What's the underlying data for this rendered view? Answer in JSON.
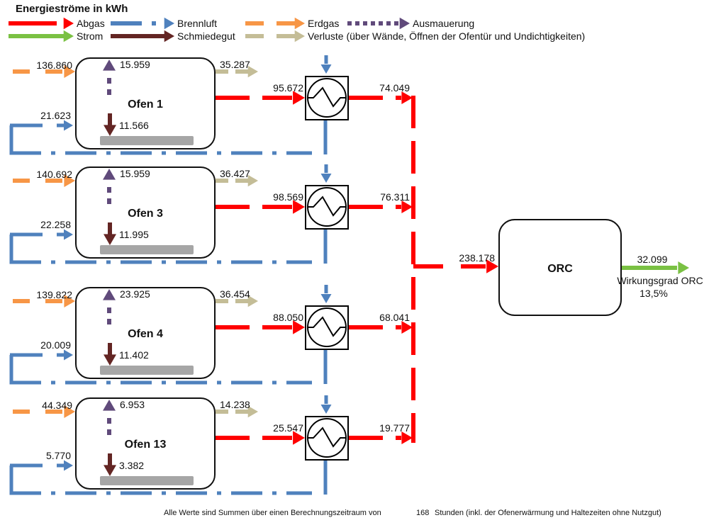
{
  "title": "Energieströme in kWh",
  "colors": {
    "abgas": "#ff0000",
    "brennluft": "#4f81bd",
    "erdgas": "#f79646",
    "ausmauerung": "#604a7b",
    "strom": "#7ac143",
    "schmiedegut": "#632523",
    "verluste": "#c4bd97",
    "slab": "#a6a6a6"
  },
  "legend": [
    {
      "key": "abgas",
      "label": "Abgas",
      "style": "dash-long"
    },
    {
      "key": "brennluft",
      "label": "Brennluft",
      "style": "dash-dot"
    },
    {
      "key": "erdgas",
      "label": "Erdgas",
      "style": "dash"
    },
    {
      "key": "ausmauerung",
      "label": "Ausmauerung",
      "style": "dot"
    },
    {
      "key": "strom",
      "label": "Strom",
      "style": "solid"
    },
    {
      "key": "schmiedegut",
      "label": "Schmiedegut",
      "style": "solid"
    },
    {
      "key": "verluste",
      "label": "Verluste (über Wände, Öffnen der Ofentür und Undichtigkeiten)",
      "style": "dash"
    }
  ],
  "furnaces": [
    {
      "name": "Ofen 1",
      "erdgas": "136.860",
      "brennluft": "21.623",
      "ausmauerung": "15.959",
      "schmiedegut": "11.566",
      "verluste": "35.287",
      "abgas_in": "95.672",
      "abgas_out": "74.049"
    },
    {
      "name": "Ofen 3",
      "erdgas": "140.692",
      "brennluft": "22.258",
      "ausmauerung": "15.959",
      "schmiedegut": "11.995",
      "verluste": "36.427",
      "abgas_in": "98.569",
      "abgas_out": "76.311"
    },
    {
      "name": "Ofen 4",
      "erdgas": "139.822",
      "brennluft": "20.009",
      "ausmauerung": "23.925",
      "schmiedegut": "11.402",
      "verluste": "36.454",
      "abgas_in": "88.050",
      "abgas_out": "68.041"
    },
    {
      "name": "Ofen 13",
      "erdgas": "44.349",
      "brennluft": "5.770",
      "ausmauerung": "6.953",
      "schmiedegut": "3.382",
      "verluste": "14.238",
      "abgas_in": "25.547",
      "abgas_out": "19.777"
    }
  ],
  "orc": {
    "name": "ORC",
    "abgas_in": "238.178",
    "strom_out": "32.099",
    "efficiency_label": "Wirkungsgrad ORC",
    "efficiency_value": "13,5%"
  },
  "footnote": {
    "prefix": "Alle Werte sind Summen über einen Berechnungszeitraum von",
    "hours": "168",
    "suffix": "Stunden (inkl. der Ofenerwärmung und Haltezeiten ohne Nutzgut)"
  }
}
